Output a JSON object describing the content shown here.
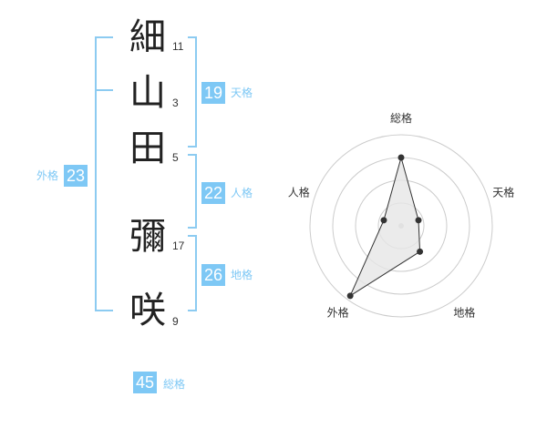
{
  "name": {
    "characters": [
      {
        "char": "細",
        "strokes": "11"
      },
      {
        "char": "山",
        "strokes": "3"
      },
      {
        "char": "田",
        "strokes": "5"
      },
      {
        "char": "彌",
        "strokes": "17"
      },
      {
        "char": "咲",
        "strokes": "9"
      }
    ]
  },
  "fortunes": {
    "tenkaku": {
      "value": "19",
      "label": "天格"
    },
    "jinkaku": {
      "value": "22",
      "label": "人格"
    },
    "chikaku": {
      "value": "26",
      "label": "地格"
    },
    "gaikaku": {
      "value": "23",
      "label": "外格"
    },
    "soukaku": {
      "value": "45",
      "label": "総格"
    }
  },
  "chart_data": {
    "type": "radar",
    "categories": [
      "総格",
      "天格",
      "地格",
      "外格",
      "人格"
    ],
    "values": [
      0.75,
      0.2,
      0.35,
      0.95,
      0.2
    ],
    "rings": 4,
    "range": [
      0,
      1
    ]
  },
  "colors": {
    "accent": "#7ec8f5",
    "bracket": "#8ccbf1",
    "radar_fill": "#e6e6e6",
    "radar_line": "#333333",
    "ring": "#cccccc"
  }
}
